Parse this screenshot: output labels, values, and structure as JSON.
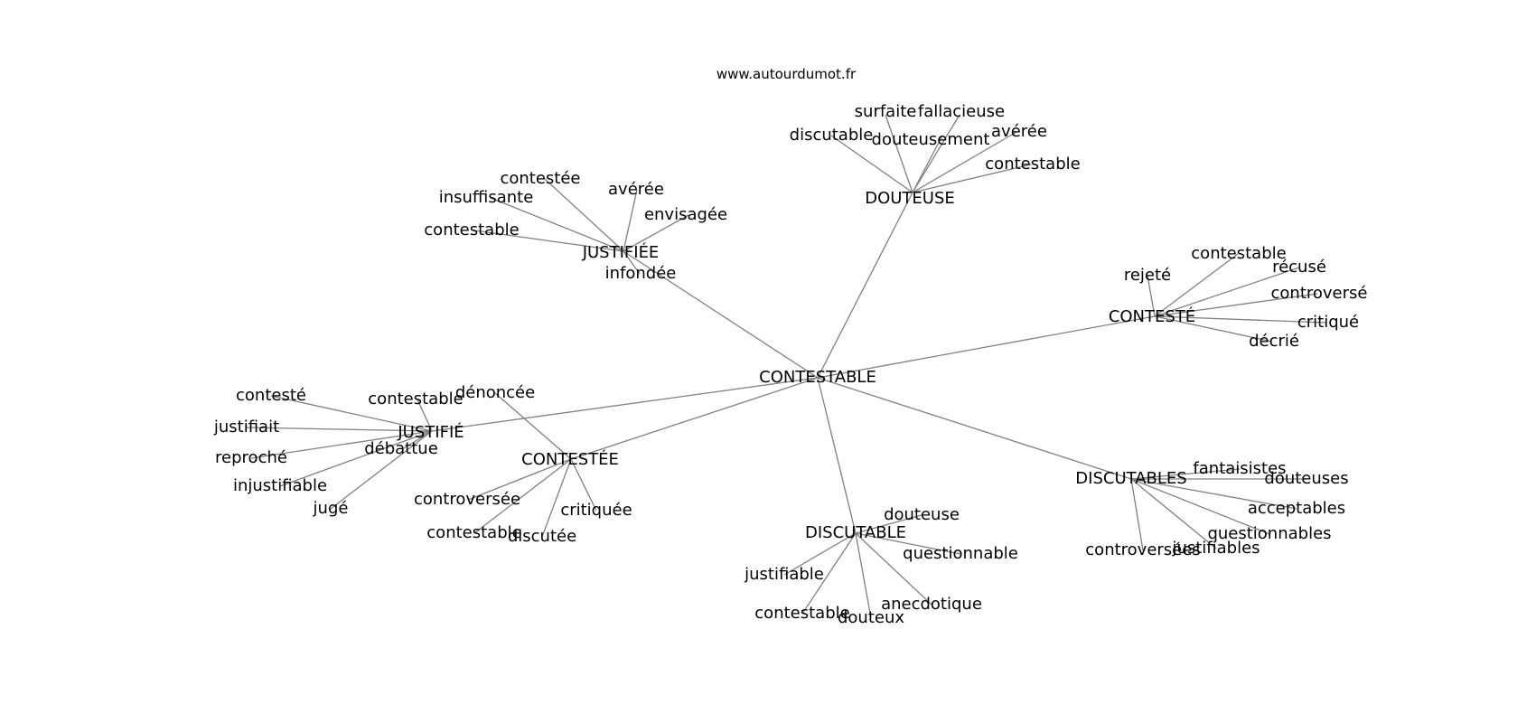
{
  "site_url": "www.autourdumot.fr",
  "colors": {
    "edge": "#808080",
    "text": "#000000",
    "background": "#ffffff"
  },
  "graph": {
    "root": "CONTESTABLE",
    "groups": [
      {
        "label": "DOUTEUSE",
        "children": [
          "surfaite",
          "fallacieuse",
          "discutable",
          "douteusement",
          "avérée",
          "contestable"
        ]
      },
      {
        "label": "JUSTIFIÉE",
        "children": [
          "contestée",
          "insuffisante",
          "avérée",
          "envisagée",
          "contestable",
          "infondée"
        ]
      },
      {
        "label": "CONTESTÉ",
        "children": [
          "contestable",
          "rejeté",
          "récusé",
          "controversé",
          "critiqué",
          "décrié"
        ]
      },
      {
        "label": "JUSTIFIÉ",
        "children": [
          "contesté",
          "contestable",
          "justifiait",
          "reproché",
          "débattue",
          "injustifiable",
          "jugé"
        ]
      },
      {
        "label": "CONTESTÉE",
        "children": [
          "dénoncée",
          "controversée",
          "critiquée",
          "contestable",
          "discutée"
        ]
      },
      {
        "label": "DISCUTABLES",
        "children": [
          "fantaisistes",
          "douteuses",
          "acceptables",
          "questionnables",
          "controversées",
          "justifiables"
        ]
      },
      {
        "label": "DISCUTABLE",
        "children": [
          "douteuse",
          "questionnable",
          "justifiable",
          "anecdotique",
          "contestable",
          "douteux"
        ]
      }
    ]
  }
}
